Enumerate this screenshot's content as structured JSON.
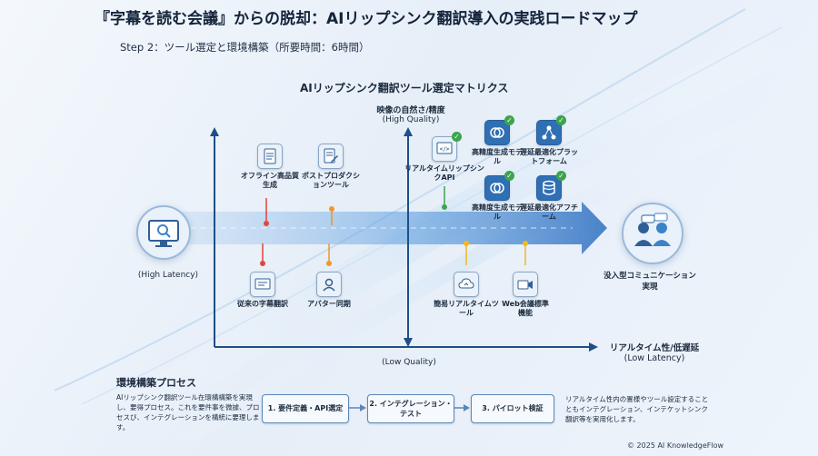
{
  "title": "『字幕を読む会議』からの脱却：AIリップシンク翻訳導入の実践ロードマップ",
  "subtitle": "Step 2：ツール選定と環境構築（所要時間：6時間）",
  "matrix": {
    "title": "AIリップシンク翻訳ツール選定マトリクス",
    "y_axis": {
      "label": "映像の自然さ/精度",
      "high": "(High Quality)",
      "low": "(Low Quality)"
    },
    "x_axis": {
      "label": "リアルタイム性/低遅延",
      "high": "(Low Latency)",
      "low": "(High Latency)"
    },
    "nodes": {
      "offline": "オフライン高品質生成",
      "post": "ポストプロダクションツール",
      "legacy": "従来の字幕翻訳",
      "avatar": "アバター同期",
      "realtime_api": "リアルタイムリップシンクAPI",
      "hq_model_1": "高精度生成モデル",
      "low_latency_platform": "遅延最適化プラットフォーム",
      "hq_model_2": "高精度生成モデル",
      "low_latency_arch": "遅延最適化アフチーム",
      "simple_rt": "簡易リアルタイムツール",
      "web_conf": "Web会議標準機能"
    },
    "goal": "没入型コミュニケーション実現"
  },
  "process": {
    "title": "環境構築プロセス",
    "description": "AIリップシンク翻訳ツール在環構構築を実現し、要得プロセス。これを要件事を微據、プロセスび、インテグレーションを構統に要理します。",
    "steps": [
      "1. 要件定義・API選定",
      "2. インテグレーション・テスト",
      "3. パイロット検証"
    ],
    "right_description": "リアルタイム性内の置様やツール設定することともインテグレーション、インテケットシンク翻訳等を実用化します。"
  },
  "copyright": "© 2025 AI KnowledgeFlow",
  "colors": {
    "axis": "#1f4f86",
    "flow": "#4a8fd6",
    "accent_red": "#e0463c",
    "accent_orange": "#f0962b",
    "accent_yellow": "#f2b91e",
    "check": "#3aa54a"
  }
}
